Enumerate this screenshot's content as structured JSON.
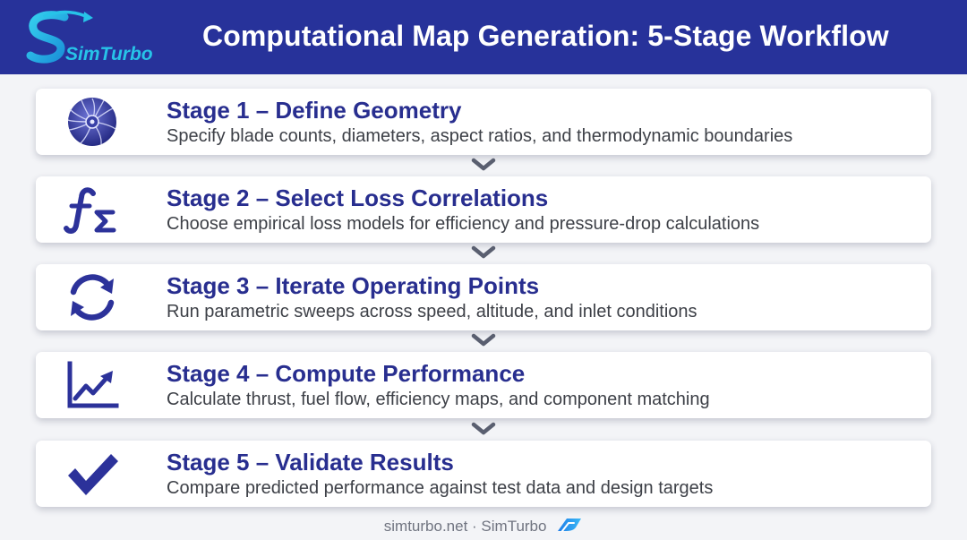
{
  "header": {
    "logo_text": "SimTurbo",
    "title": "Computational Map Generation: 5-Stage Workflow"
  },
  "stages": [
    {
      "title": "Stage 1 – Define Geometry",
      "description": "Specify blade counts, diameters, aspect ratios, and thermodynamic boundaries",
      "icon": "turbine-fan-icon"
    },
    {
      "title": "Stage 2 – Select Loss Correlations",
      "description": "Choose empirical loss models for efficiency and pressure-drop calculations",
      "icon": "function-sigma-icon"
    },
    {
      "title": "Stage 3 – Iterate Operating Points",
      "description": "Run parametric sweeps across speed, altitude, and inlet conditions",
      "icon": "refresh-cycle-icon"
    },
    {
      "title": "Stage 4 – Compute Performance",
      "description": "Calculate thrust, fuel flow, efficiency maps, and component matching",
      "icon": "line-chart-icon"
    },
    {
      "title": "Stage 5 – Validate Results",
      "description": "Compare predicted performance against test data and design targets",
      "icon": "checkmark-icon"
    }
  ],
  "footer": {
    "text": "simturbo.net · SimTurbo",
    "mark_icon": "simturbo-mark-icon"
  },
  "colors": {
    "header_bg": "#27329a",
    "stage_title": "#282e8f",
    "icon_blue": "#2c329a",
    "chevron": "#5a5f70",
    "logo_cyan": "#27c3e8"
  }
}
